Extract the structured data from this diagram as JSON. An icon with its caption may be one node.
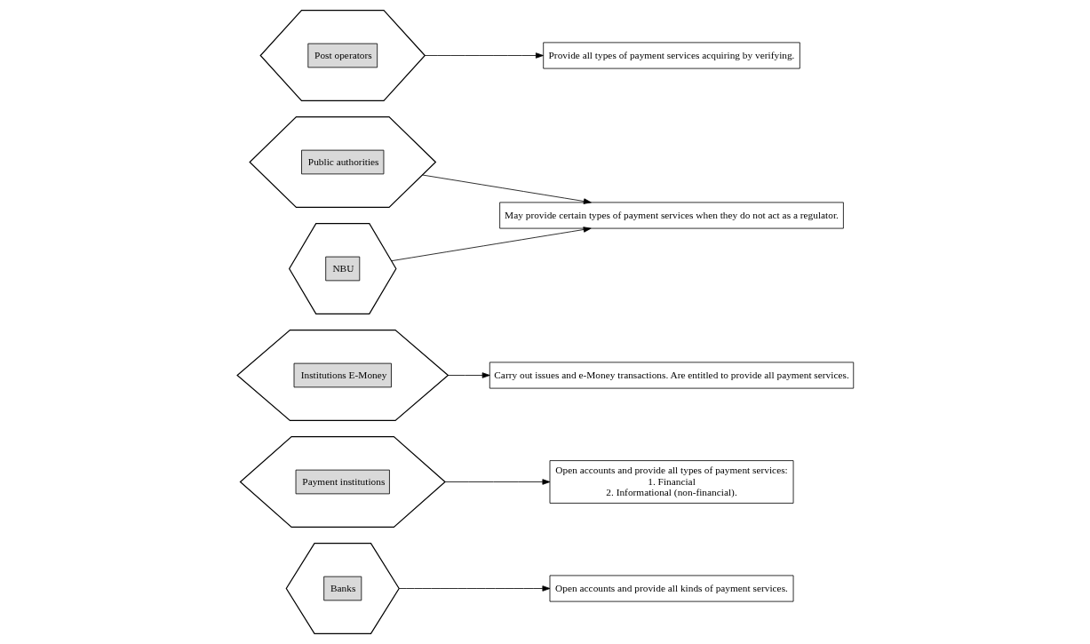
{
  "diagram": {
    "nodes": [
      {
        "text": [
          "Banks"
        ]
      },
      {
        "text": [
          "Open accounts and provide all kinds of payment services."
        ]
      },
      {
        "text": [
          "Payment institutions"
        ]
      },
      {
        "text": [
          "Open accounts and provide all types of payment services:",
          "1. Financial",
          "2. Informational (non-financial)."
        ]
      },
      {
        "text": [
          "Institutions E-Money"
        ]
      },
      {
        "text": [
          "Carry out issues and e-Money transactions. Are entitled to provide all payment services."
        ]
      },
      {
        "text": [
          "Public authorities"
        ]
      },
      {
        "text": [
          "May provide certain types of payment services when they do not act as a regulator."
        ]
      },
      {
        "text": [
          "Post operators"
        ]
      },
      {
        "text": [
          "Provide all types of payment services acquiring by verifying."
        ]
      },
      {
        "text": [
          "NBU"
        ]
      }
    ],
    "edges": [
      {
        "from": 0,
        "to": 1,
        "arrow": "to"
      },
      {
        "from": 2,
        "to": 3,
        "arrow": "to"
      },
      {
        "from": 4,
        "to": 5,
        "arrow": "to"
      },
      {
        "from": 6,
        "to": 7,
        "arrow": "to"
      },
      {
        "from": 10,
        "to": 7,
        "arrow": "to"
      },
      {
        "from": 8,
        "to": 9,
        "arrow": "to"
      }
    ]
  }
}
